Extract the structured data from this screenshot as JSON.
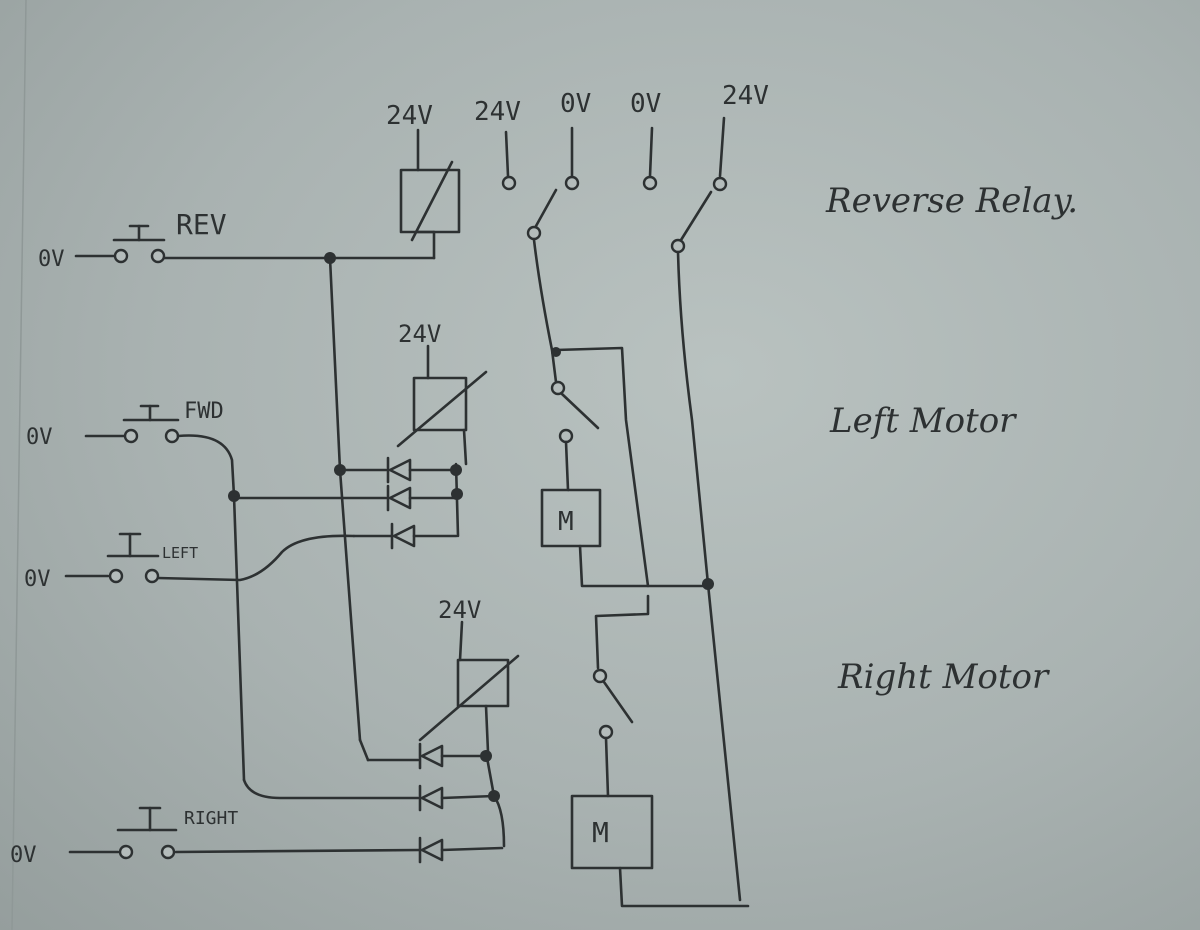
{
  "supply": {
    "coil_top": "24V",
    "contact_1": "24V",
    "contact_2": "0V",
    "contact_3": "0V",
    "contact_4": "24V",
    "left_coil": "24V",
    "right_coil": "24V"
  },
  "inputs": {
    "rev_ground": "0V",
    "rev_label": "REV",
    "fwd_ground": "0V",
    "fwd_label": "FWD",
    "left_ground": "0V",
    "left_label": "LEFT",
    "right_ground": "0V",
    "right_label": "RIGHT"
  },
  "motors": {
    "left_symbol": "M",
    "right_symbol": "M"
  },
  "section_labels": {
    "reverse": "Reverse Relay.",
    "left": "Left Motor",
    "right": "Right Motor"
  }
}
